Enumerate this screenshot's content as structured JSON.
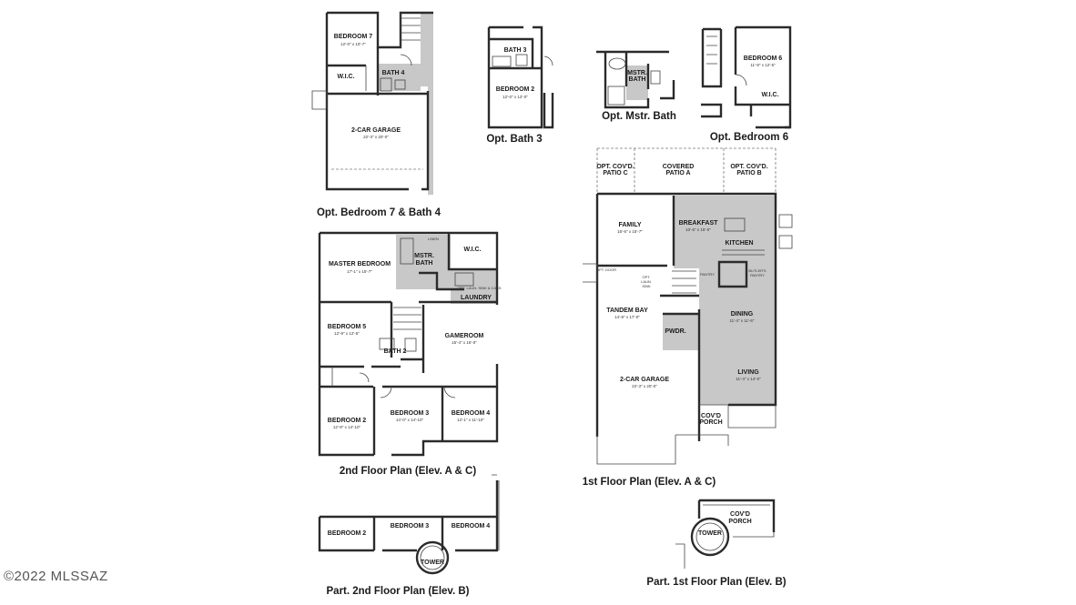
{
  "captions": {
    "bed7": "Opt. Bedroom 7 & Bath 4",
    "bath3": "Opt. Bath 3",
    "mstr": "Opt. Mstr. Bath",
    "bed6": "Opt. Bedroom 6",
    "second": "2nd Floor Plan (Elev. A & C)",
    "first": "1st Floor Plan (Elev. A & C)",
    "part2": "Part. 2nd Floor Plan (Elev. B)",
    "part1": "Part. 1st Floor Plan (Elev. B)"
  },
  "rooms": {
    "bedroom7": "BEDROOM 7",
    "bedroom7_dim": "12'-0\" x 10'-7\"",
    "bath4": "BATH 4",
    "wic": "W.I.C.",
    "garage2car": "2-CAR GARAGE",
    "garage_dim": "22'-3\" x 20'-0\"",
    "bath3": "BATH 3",
    "bedroom2": "BEDROOM 2",
    "bedroom2_opt_dim": "12'-0\" x 12'-0\"",
    "mstr_bath_l1": "MSTR.",
    "mstr_bath_l2": "BATH",
    "bedroom6": "BEDROOM 6",
    "bedroom6_dim": "11'-9\" x 12'-5\"",
    "master_bedroom": "MASTER BEDROOM",
    "master_bedroom_dim": "17'-1\" x 15'-7\"",
    "linen": "LINEN",
    "laundry": "LAUNDRY",
    "laundry_note": "OPT. LAUN. SINK & CABS.",
    "bedroom5": "BEDROOM 5",
    "bedroom5_dim": "12'-9\" x 12'-5\"",
    "bath2": "BATH 2",
    "gameroom": "GAMEROOM",
    "gameroom_dim": "15'-4\" x 16'-0\"",
    "bedroom2_dim": "12'-9\" x 14'-10\"",
    "bedroom3": "BEDROOM 3",
    "bedroom3_dim": "14'-0\" x 14'-10\"",
    "bedroom4": "BEDROOM 4",
    "bedroom4_dim": "12'-1\" x 11'-10\"",
    "opt_patio_c_l1": "OPT. COV'D.",
    "opt_patio_c_l2": "PATIO C",
    "covered_patio_l1": "COVERED",
    "covered_patio_l2": "PATIO A",
    "opt_patio_b_l1": "OPT. COV'D.",
    "opt_patio_b_l2": "PATIO B",
    "family": "FAMILY",
    "family_dim": "16'-6\" x 15'-7\"",
    "breakfast": "BREAKFAST",
    "breakfast_dim": "10'-6\" x 15'-0\"",
    "kitchen": "KITCHEN",
    "pantry": "PANTRY",
    "butlers_l1": "BUTLER'S",
    "butlers_l2": "PANTRY",
    "opt_door": "OPT. DOOR",
    "opt_laun_l1": "OPT.",
    "opt_laun_l2": "LAUN.",
    "opt_laun_l3": "SINK",
    "tandem_bay": "TANDEM BAY",
    "tandem_dim": "14'-8\" x 17'-0\"",
    "dining": "DINING",
    "dining_dim": "11'-4\" x 11'-6\"",
    "pwdr": "PWDR.",
    "living": "LIVING",
    "living_dim": "11'-4\" x 14'-0\"",
    "covd_porch_l1": "COV'D",
    "covd_porch_l2": "PORCH",
    "tower": "TOWER"
  },
  "copyright": "©2022 MLSSAZ"
}
